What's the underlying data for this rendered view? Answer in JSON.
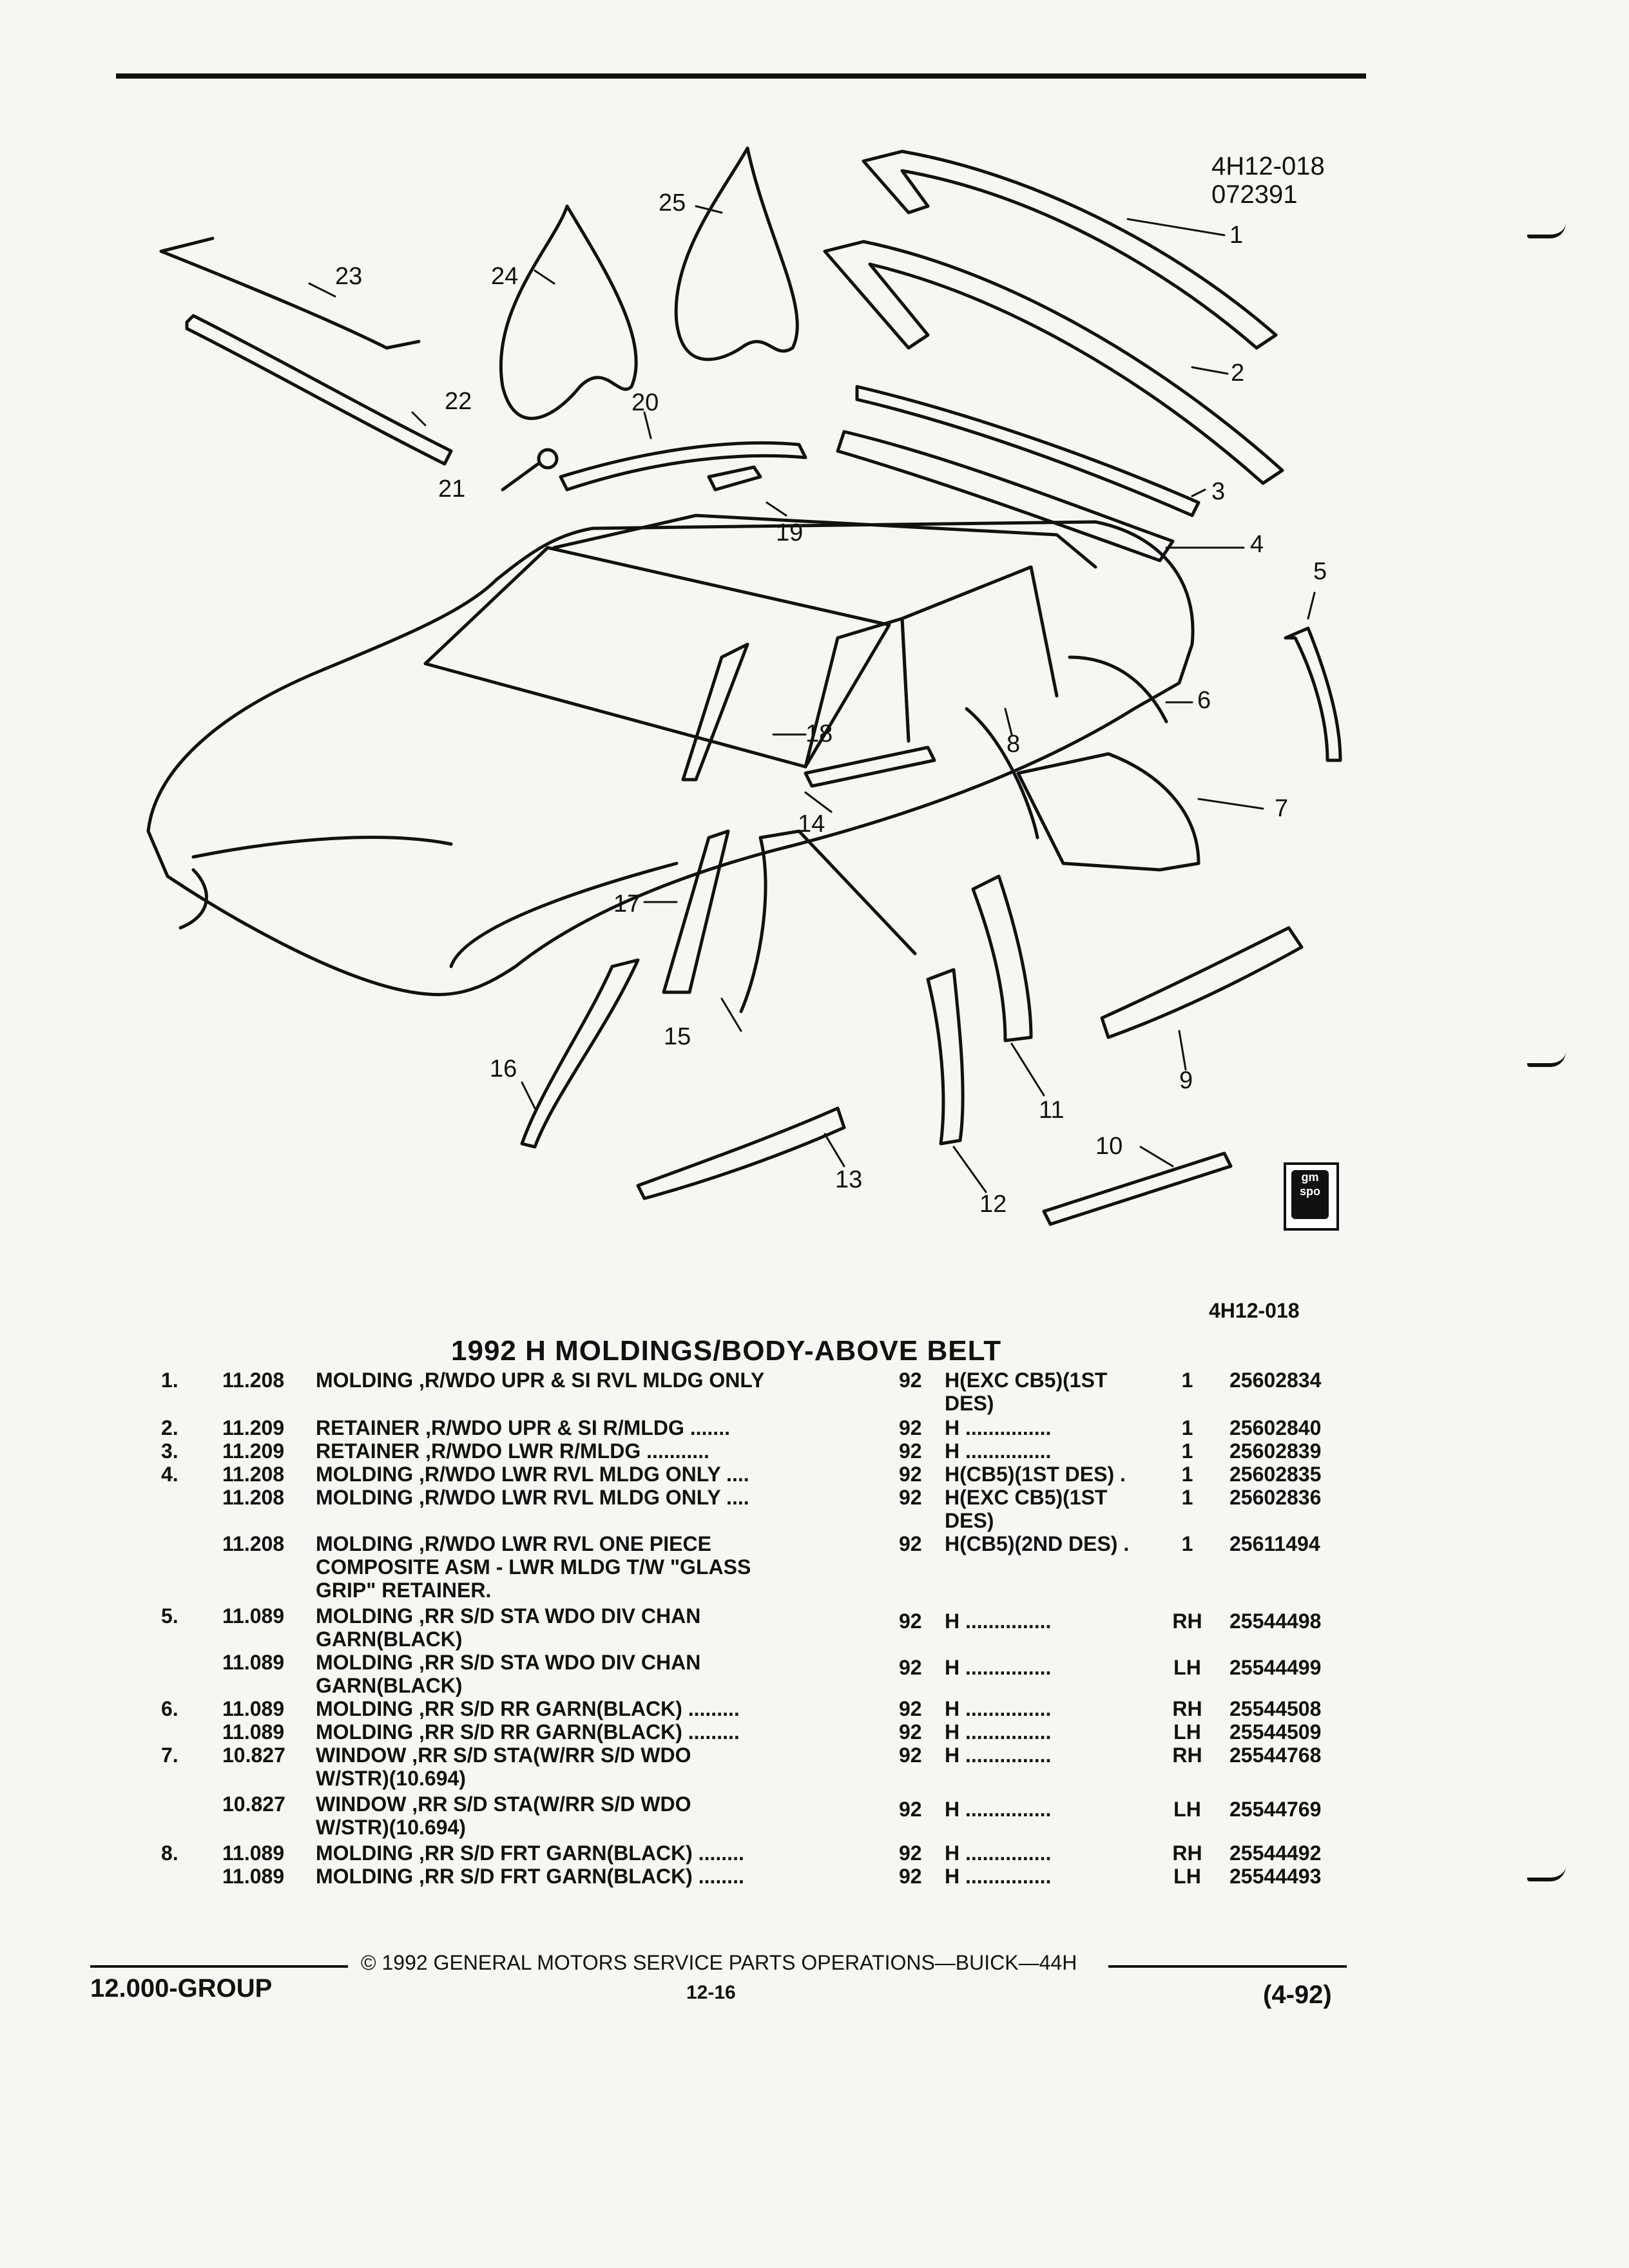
{
  "header": {
    "drawing_id": "4H12-018",
    "drawing_date": "072391"
  },
  "callouts": [
    "1",
    "2",
    "3",
    "4",
    "5",
    "6",
    "7",
    "8",
    "9",
    "10",
    "11",
    "12",
    "13",
    "14",
    "15",
    "16",
    "17",
    "18",
    "19",
    "20",
    "21",
    "22",
    "23",
    "24",
    "25"
  ],
  "figure_code": "4H12-018",
  "logo_text": "gm spo",
  "section_title": "1992 H MOLDINGS/BODY-ABOVE BELT",
  "parts": [
    {
      "num": "1.",
      "group": "11.208",
      "desc": "MOLDING ,R/WDO UPR & SI RVL MLDG ONLY",
      "year": "92",
      "model": "H(EXC CB5)(1ST\nDES)",
      "qty": "1",
      "part": "25602834"
    },
    {
      "num": "2.",
      "group": "11.209",
      "desc": "RETAINER ,R/WDO UPR & SI R/MLDG .......",
      "year": "92",
      "model": "H ...............",
      "qty": "1",
      "part": "25602840"
    },
    {
      "num": "3.",
      "group": "11.209",
      "desc": "RETAINER ,R/WDO LWR R/MLDG ...........",
      "year": "92",
      "model": "H ...............",
      "qty": "1",
      "part": "25602839"
    },
    {
      "num": "4.",
      "group": "11.208",
      "desc": "MOLDING ,R/WDO LWR RVL MLDG ONLY ....",
      "year": "92",
      "model": "H(CB5)(1ST DES) .",
      "qty": "1",
      "part": "25602835"
    },
    {
      "num": "",
      "group": "11.208",
      "desc": "MOLDING ,R/WDO LWR RVL MLDG ONLY ....",
      "year": "92",
      "model": "H(EXC CB5)(1ST\nDES)",
      "qty": "1",
      "part": "25602836"
    },
    {
      "num": "",
      "group": "11.208",
      "desc": "MOLDING ,R/WDO LWR RVL ONE PIECE\nCOMPOSITE ASM - LWR MLDG T/W \"GLASS\nGRIP\" RETAINER.",
      "year": "92",
      "model": "H(CB5)(2ND DES) .",
      "qty": "1",
      "part": "25611494"
    },
    {
      "num": "5.",
      "group": "11.089",
      "desc": "MOLDING ,RR S/D STA WDO DIV CHAN\nGARN(BLACK)",
      "year": "92",
      "model": "H ...............",
      "qty": "RH",
      "part": "25544498"
    },
    {
      "num": "",
      "group": "11.089",
      "desc": "MOLDING ,RR S/D STA WDO DIV CHAN\nGARN(BLACK)",
      "year": "92",
      "model": "H ...............",
      "qty": "LH",
      "part": "25544499"
    },
    {
      "num": "6.",
      "group": "11.089",
      "desc": "MOLDING ,RR S/D RR GARN(BLACK) .........",
      "year": "92",
      "model": "H ...............",
      "qty": "RH",
      "part": "25544508"
    },
    {
      "num": "",
      "group": "11.089",
      "desc": "MOLDING ,RR S/D RR GARN(BLACK) .........",
      "year": "92",
      "model": "H ...............",
      "qty": "LH",
      "part": "25544509"
    },
    {
      "num": "7.",
      "group": "10.827",
      "desc": "WINDOW ,RR S/D STA(W/RR S/D WDO\nW/STR)(10.694)",
      "year": "92",
      "model": "H ...............",
      "qty": "RH",
      "part": "25544768"
    },
    {
      "num": "",
      "group": "10.827",
      "desc": "WINDOW ,RR S/D STA(W/RR S/D WDO\nW/STR)(10.694)",
      "year": "92",
      "model": "H ...............",
      "qty": "LH",
      "part": "25544769"
    },
    {
      "num": "8.",
      "group": "11.089",
      "desc": "MOLDING ,RR S/D FRT GARN(BLACK) ........",
      "year": "92",
      "model": "H ...............",
      "qty": "RH",
      "part": "25544492"
    },
    {
      "num": "",
      "group": "11.089",
      "desc": "MOLDING ,RR S/D FRT GARN(BLACK) ........",
      "year": "92",
      "model": "H ...............",
      "qty": "LH",
      "part": "25544493"
    }
  ],
  "footer": {
    "copyright": "© 1992 GENERAL MOTORS SERVICE PARTS OPERATIONS—BUICK—44H",
    "group": "12.000-GROUP",
    "page": "12-16",
    "revision": "(4-92)"
  }
}
